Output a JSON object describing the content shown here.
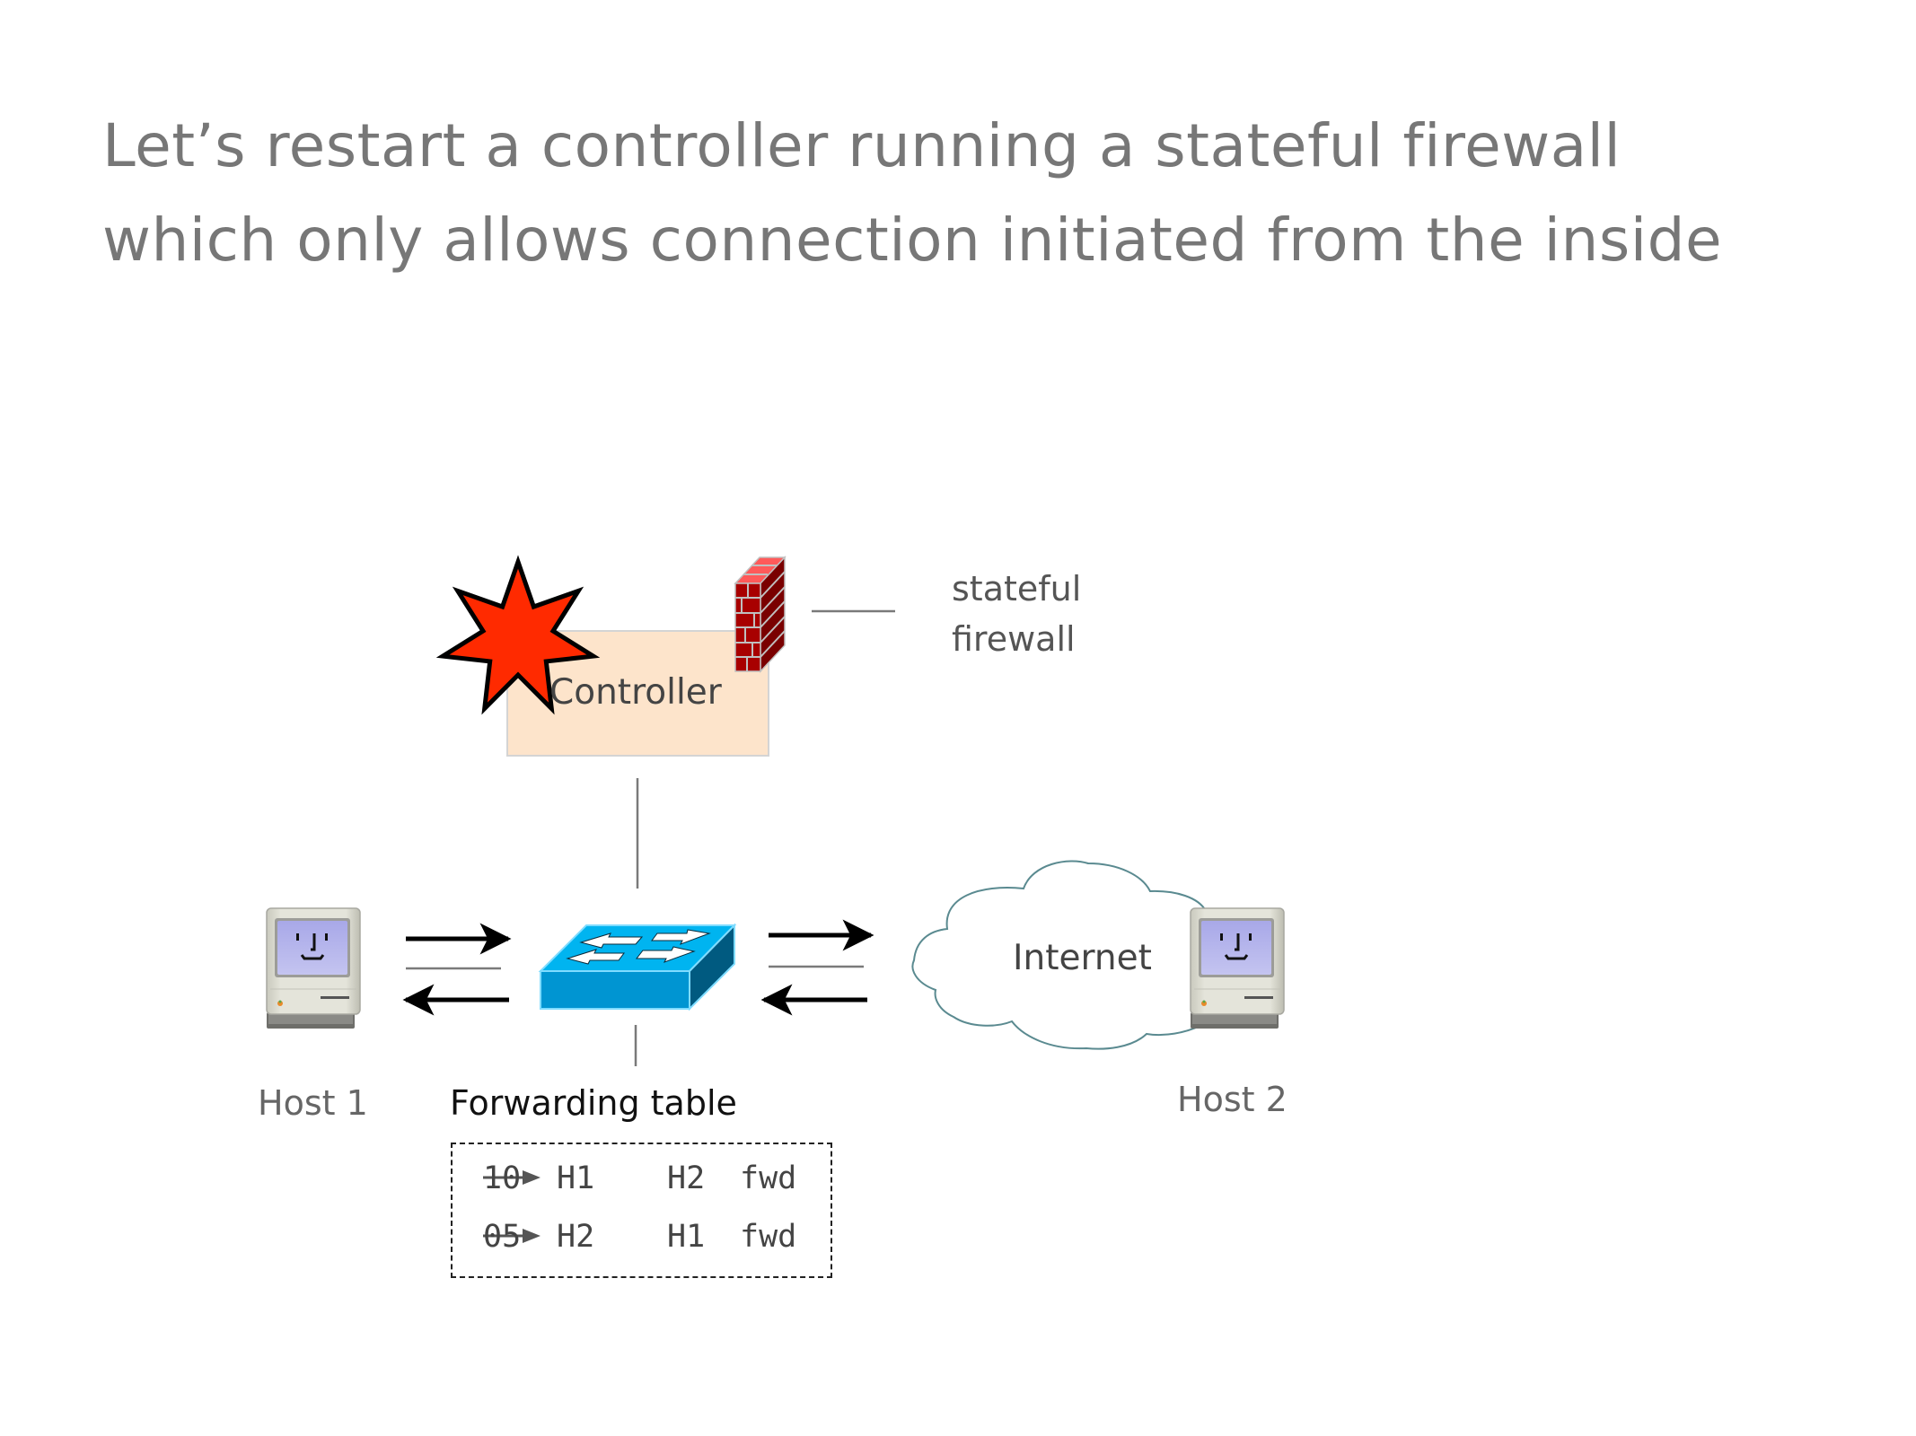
{
  "slide": {
    "title_lines": [
      "Let’s restart a controller running a stateful firewall",
      "which only allows connection initiated from the inside"
    ]
  },
  "diagram": {
    "controller": {
      "label": "Controller",
      "fill": "#fde4cb",
      "status_icon": "explosion-star-icon",
      "status_color": "#ff2a00"
    },
    "firewall": {
      "icon": "brick-firewall-icon",
      "label_lines": [
        "stateful",
        "firewall"
      ],
      "color": "#a80000"
    },
    "switch": {
      "icon": "network-switch-icon",
      "color": "#00b4f0"
    },
    "internet": {
      "label": "Internet",
      "icon": "cloud-icon",
      "outline": "#5a8a90"
    },
    "hosts": [
      {
        "label": "Host 1",
        "icon": "classic-mac-computer-icon"
      },
      {
        "label": "Host 2",
        "icon": "classic-mac-computer-icon"
      }
    ],
    "forwarding_table": {
      "title": "Forwarding table",
      "rows": [
        {
          "priority": "10",
          "src": "H1",
          "dst": "H2",
          "action": "fwd"
        },
        {
          "priority": "05",
          "src": "H2",
          "dst": "H1",
          "action": "fwd"
        }
      ]
    }
  }
}
